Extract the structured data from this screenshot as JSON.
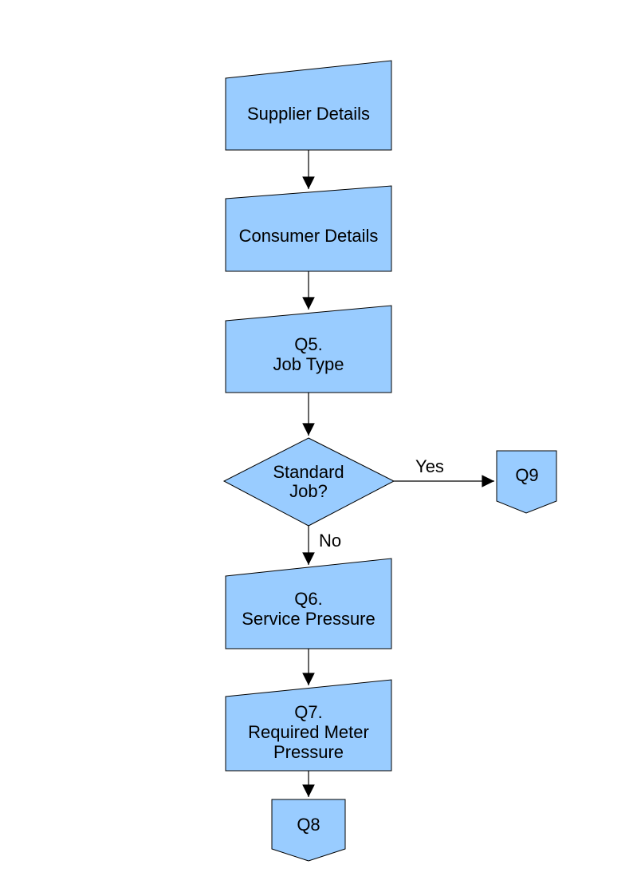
{
  "page": {
    "background_color": "#ffffff"
  },
  "diagram": {
    "type": "flowchart",
    "node_fill_color": "#99CCFF",
    "node_stroke_color": "#000000",
    "connector_color": "#000000",
    "nodes": {
      "supplier": {
        "shape": "manual-input-box",
        "lines": [
          "Supplier Details"
        ]
      },
      "consumer": {
        "shape": "manual-input-box",
        "lines": [
          "Consumer Details"
        ]
      },
      "q5": {
        "shape": "manual-input-box",
        "lines": [
          "Q5.",
          "Job Type"
        ]
      },
      "decision": {
        "shape": "decision-diamond",
        "lines": [
          "Standard",
          "Job?"
        ]
      },
      "q9": {
        "shape": "off-page-connector",
        "lines": [
          "Q9"
        ]
      },
      "q6": {
        "shape": "manual-input-box",
        "lines": [
          "Q6.",
          "Service Pressure"
        ]
      },
      "q7": {
        "shape": "manual-input-box",
        "lines": [
          "Q7.",
          "Required Meter",
          "Pressure"
        ]
      },
      "q8": {
        "shape": "off-page-connector",
        "lines": [
          "Q8"
        ]
      }
    },
    "edges": [
      {
        "from": "supplier",
        "to": "consumer",
        "label": ""
      },
      {
        "from": "consumer",
        "to": "q5",
        "label": ""
      },
      {
        "from": "q5",
        "to": "decision",
        "label": ""
      },
      {
        "from": "decision",
        "to": "q9",
        "label": "Yes"
      },
      {
        "from": "decision",
        "to": "q6",
        "label": "No"
      },
      {
        "from": "q6",
        "to": "q7",
        "label": ""
      },
      {
        "from": "q7",
        "to": "q8",
        "label": ""
      }
    ]
  }
}
